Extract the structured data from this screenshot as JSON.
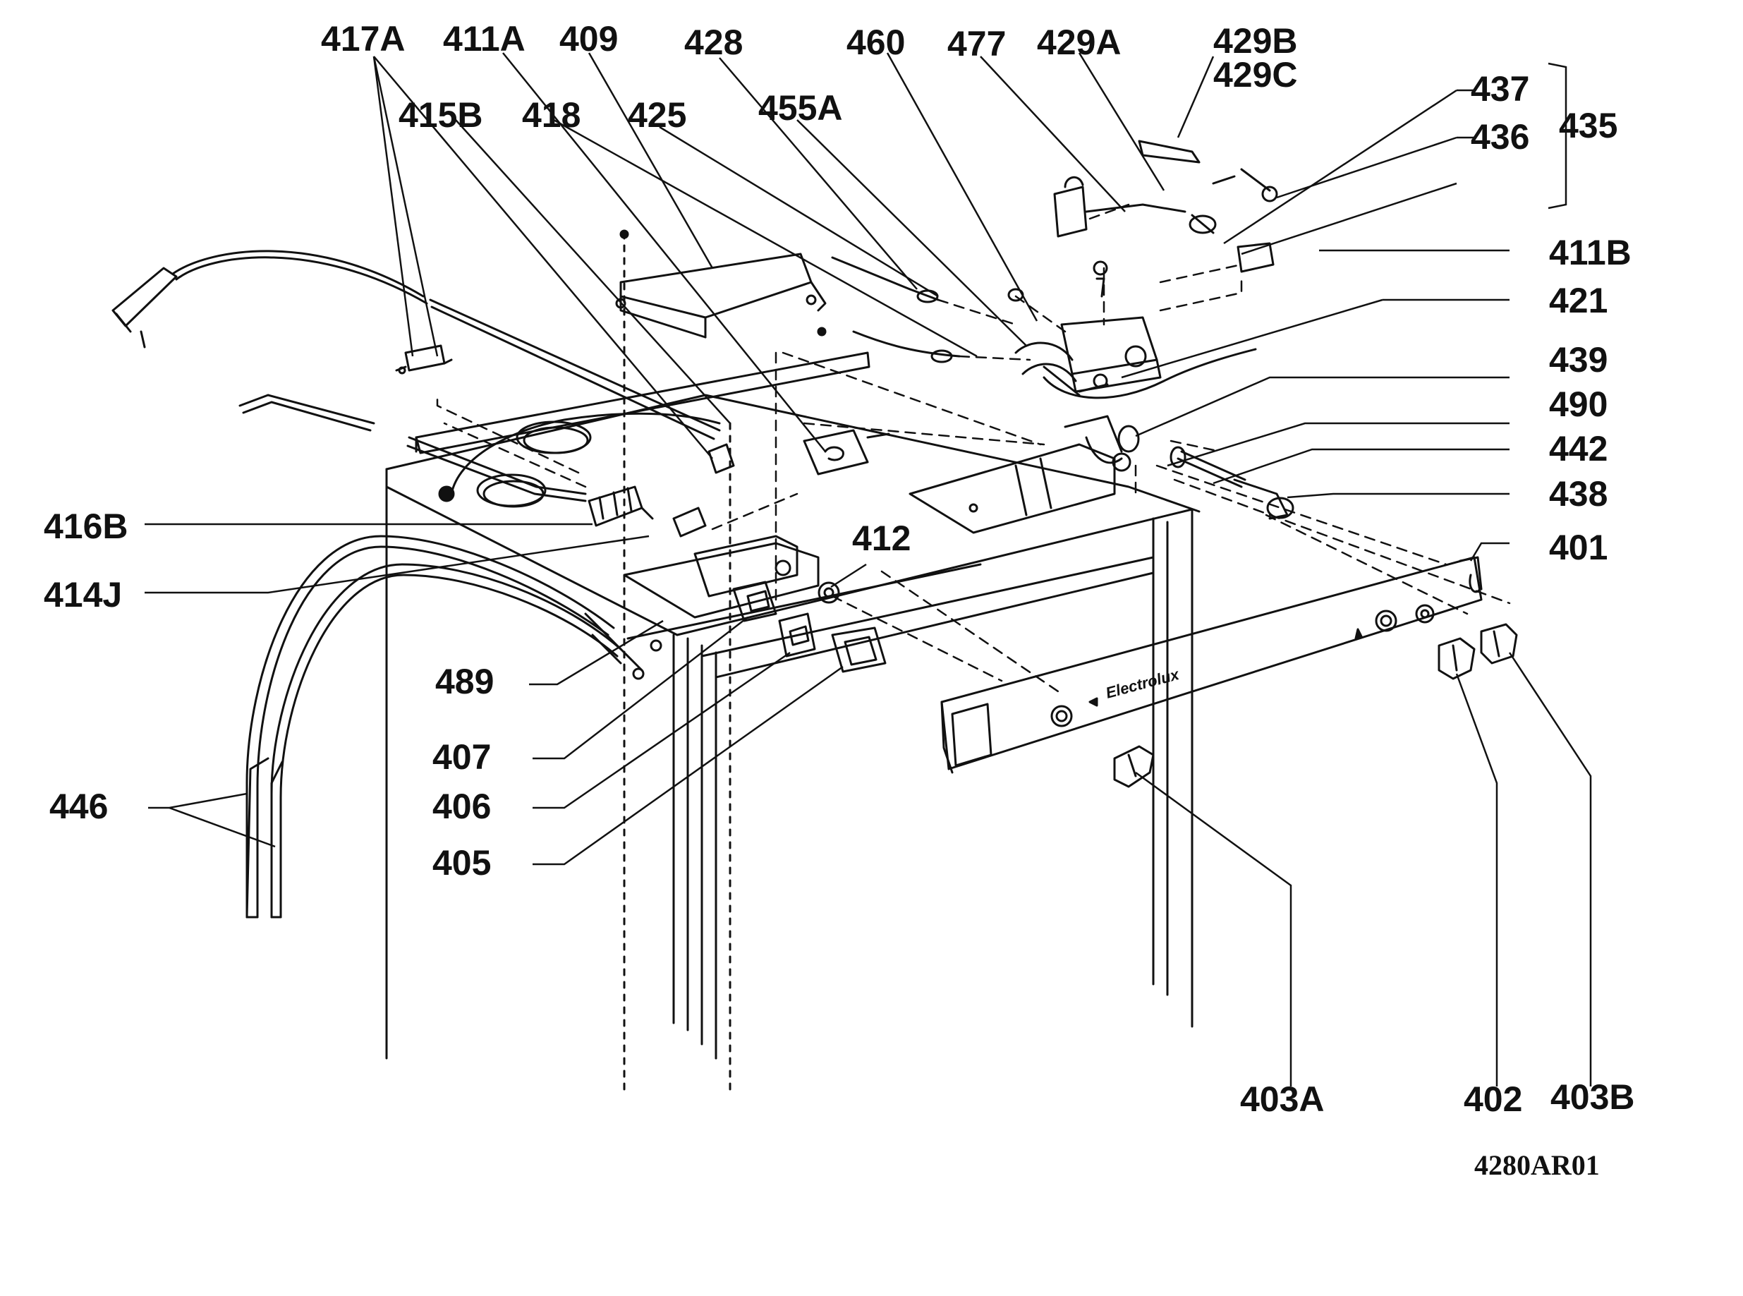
{
  "drawing_id": "4280AR01",
  "brand_mark": "Electrolux",
  "callouts": {
    "c417A": "417A",
    "c411A": "411A",
    "c409": "409",
    "c428": "428",
    "c460": "460",
    "c477": "477",
    "c429A": "429A",
    "c429B": "429B",
    "c429C": "429C",
    "c437": "437",
    "c436": "436",
    "c435": "435",
    "c415B": "415B",
    "c418": "418",
    "c425": "425",
    "c455A": "455A",
    "c411B": "411B",
    "c421": "421",
    "c439": "439",
    "c490": "490",
    "c442": "442",
    "c438": "438",
    "c401": "401",
    "c416B": "416B",
    "c414J": "414J",
    "c412": "412",
    "c489": "489",
    "c407": "407",
    "c406": "406",
    "c405": "405",
    "c446": "446",
    "c403A": "403A",
    "c402": "402",
    "c403B": "403B"
  }
}
